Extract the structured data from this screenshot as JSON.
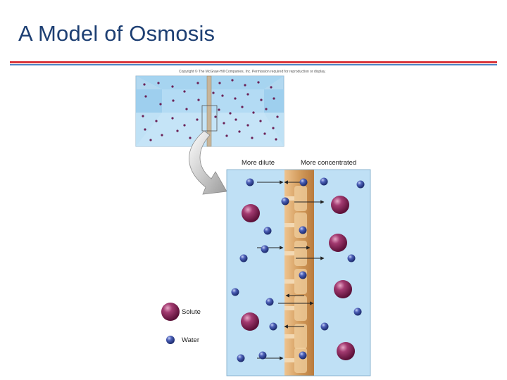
{
  "slide": {
    "title": "A Model of Osmosis",
    "copyright": "Copyright © The McGraw-Hill Companies, Inc. Permission required for reproduction or display."
  },
  "diagram": {
    "labels": {
      "more_dilute": "More dilute",
      "more_concentrated": "More concentrated"
    },
    "legend": {
      "solute": "Solute",
      "water": "Water"
    },
    "colors": {
      "title": "#1d3f73",
      "rule_red": "#d9343b",
      "rule_blue": "#4f86c6",
      "solution": "#bfe0f5",
      "membrane": "#d9a366",
      "solute": "#7a1e4d",
      "water": "#2c3f8e"
    }
  }
}
